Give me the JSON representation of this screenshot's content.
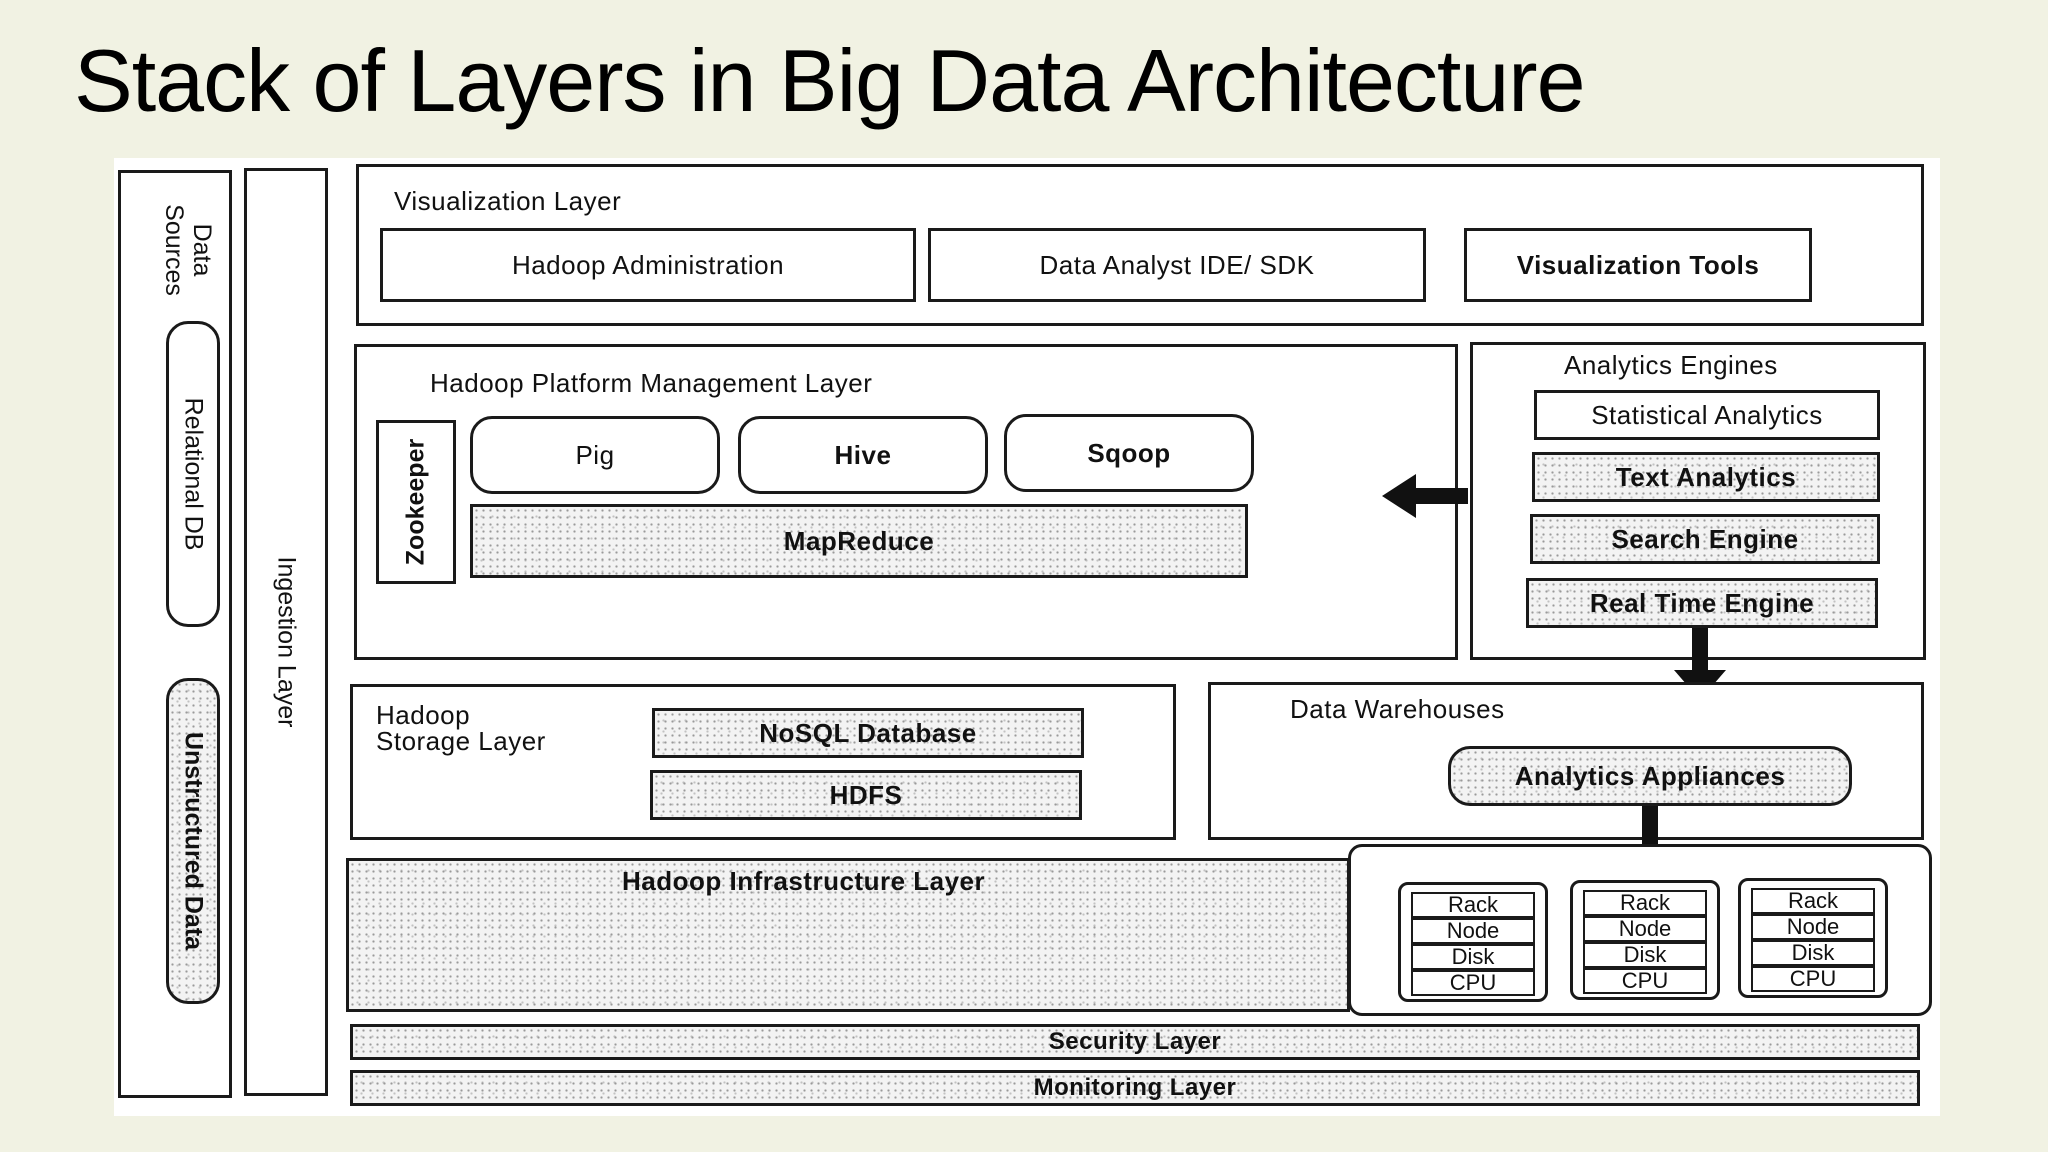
{
  "title": "Stack of Layers in Big Data Architecture",
  "data_sources": {
    "label": "Data\nSources",
    "items": [
      "Relational DB",
      "Unstructured Data"
    ]
  },
  "ingestion": {
    "label": "Ingestion Layer"
  },
  "visualization": {
    "label": "Visualization Layer",
    "items": [
      "Hadoop Administration",
      "Data Analyst IDE/ SDK",
      "Visualization Tools"
    ]
  },
  "platform": {
    "label": "Hadoop Platform Management Layer",
    "zookeeper": "Zookeeper",
    "tools": [
      "Pig",
      "Hive",
      "Sqoop"
    ],
    "mapreduce": "MapReduce"
  },
  "analytics": {
    "label": "Analytics Engines",
    "items": [
      "Statistical Analytics",
      "Text Analytics",
      "Search Engine",
      "Real Time Engine"
    ]
  },
  "storage": {
    "label_line1": "Hadoop",
    "label_line2": "Storage Layer",
    "items": [
      "NoSQL Database",
      "HDFS"
    ]
  },
  "warehouse": {
    "label": "Data Warehouses",
    "appliance": "Analytics Appliances"
  },
  "infrastructure": {
    "label": "Hadoop Infrastructure Layer",
    "racks": [
      [
        "Rack",
        "Node",
        "Disk",
        "CPU"
      ],
      [
        "Rack",
        "Node",
        "Disk",
        "CPU"
      ],
      [
        "Rack",
        "Node",
        "Disk",
        "CPU"
      ]
    ]
  },
  "security": {
    "label": "Security Layer"
  },
  "monitoring": {
    "label": "Monitoring Layer"
  }
}
